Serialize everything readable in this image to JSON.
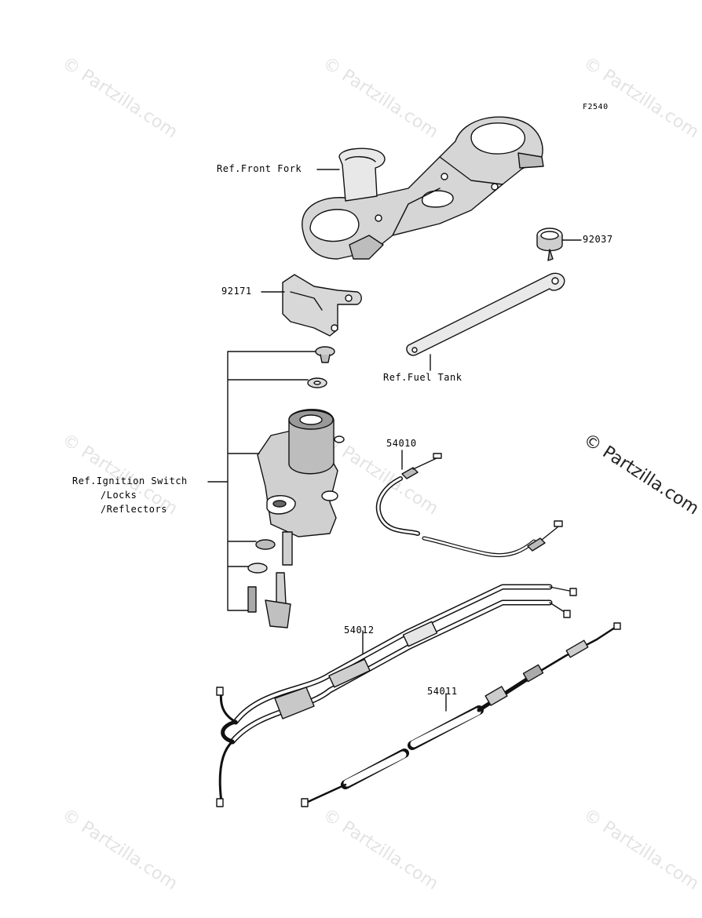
{
  "diagram": {
    "figure_code": "F2540",
    "labels": {
      "front_fork": "Ref.Front Fork",
      "p92037": "92037",
      "p92171": "92171",
      "fuel_tank": "Ref.Fuel Tank",
      "ignition_line1": "Ref.Ignition Switch",
      "ignition_line2": "/Locks",
      "ignition_line3": "/Reflectors",
      "p54010": "54010",
      "p54012": "54012",
      "p54011": "54011"
    }
  },
  "watermarks": {
    "text": "© Partzilla.com",
    "text_big": "© Partzilla.com"
  }
}
